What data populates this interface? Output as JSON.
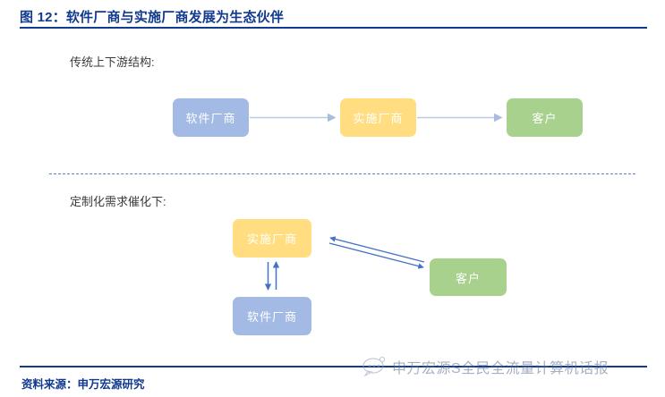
{
  "header": {
    "figure_title": "图 12：软件厂商与实施厂商发展为生态伙伴",
    "accent_color": "#123a8f"
  },
  "sections": [
    {
      "id": "traditional",
      "caption": "传统上下游结构:",
      "nodes": [
        {
          "label": "软件厂商",
          "color": "#a3bae4",
          "role": "software-vendor"
        },
        {
          "label": "实施厂商",
          "color": "#ffdd80",
          "role": "implementation-vendor"
        },
        {
          "label": "客户",
          "color": "#a9d18e",
          "role": "client"
        }
      ],
      "connectors": [
        {
          "from": "软件厂商",
          "to": "实施厂商",
          "direction": "one-way",
          "color": "#b9c9e8"
        },
        {
          "from": "实施厂商",
          "to": "客户",
          "direction": "one-way",
          "color": "#b9c9e8"
        }
      ]
    },
    {
      "id": "customized",
      "caption": "定制化需求催化下:",
      "nodes": [
        {
          "label": "实施厂商",
          "color": "#ffdd80",
          "role": "implementation-vendor"
        },
        {
          "label": "软件厂商",
          "color": "#a3bae4",
          "role": "software-vendor"
        },
        {
          "label": "客户",
          "color": "#a9d18e",
          "role": "client"
        }
      ],
      "connectors": [
        {
          "from": "实施厂商",
          "to": "软件厂商",
          "direction": "two-way",
          "color": "#4472c4"
        },
        {
          "from": "实施厂商",
          "to": "客户",
          "direction": "two-way",
          "color": "#4472c4"
        }
      ]
    }
  ],
  "footer": {
    "source_label": "资料来源：申万宏源研究"
  },
  "watermark": {
    "icon": "speech-bubble-icon",
    "text": "申万宏源S全民全流量计算机话报"
  }
}
